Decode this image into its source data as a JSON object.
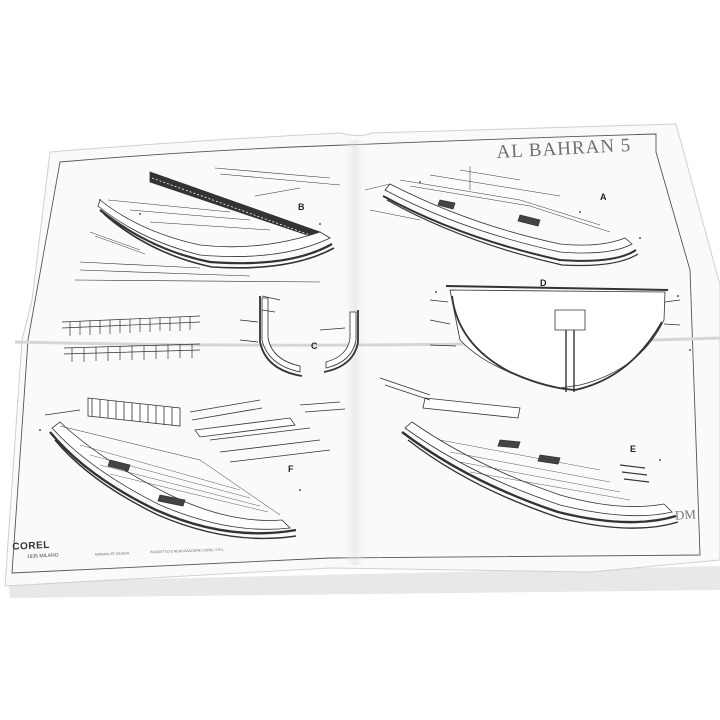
{
  "plan": {
    "title": "AL BAHRAN 5",
    "view_labels": [
      "A",
      "B",
      "C",
      "D",
      "E",
      "F"
    ],
    "corner_text": "DM",
    "logo": {
      "name": "COREL",
      "sub": "1935 MILANO"
    },
    "footer": [
      "MINIMALIST DESIGN",
      "PROGETTO E REALIZZAZIONE COREL S.R.L."
    ]
  },
  "colors": {
    "paper": "#fbfbfb",
    "line": "#3a3a3a",
    "shadow": "#c8c8c8"
  }
}
